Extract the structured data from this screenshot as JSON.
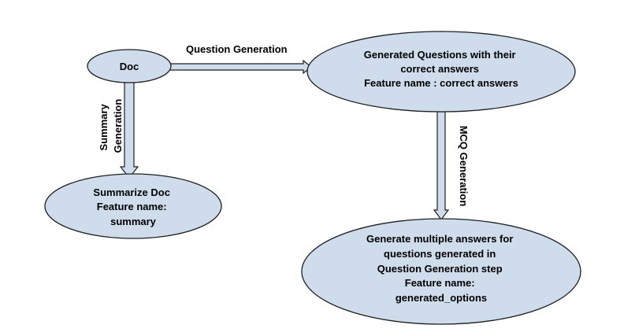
{
  "colors": {
    "node_fill": "#cfdcec",
    "node_stroke": "#1f1f1f",
    "arrow_fill": "#cfdcec",
    "arrow_stroke": "#1f1f1f"
  },
  "nodes": {
    "doc": {
      "lines": [
        "Doc"
      ]
    },
    "generated_questions": {
      "lines": [
        "Generated Questions with their",
        "correct answers",
        "Feature name : correct answers"
      ]
    },
    "summarize_doc": {
      "lines": [
        "Summarize Doc",
        "Feature name:",
        "summary"
      ]
    },
    "generate_options": {
      "lines": [
        "Generate multiple answers for",
        "questions generated in",
        "Question Generation step",
        "Feature name:",
        "generated_options"
      ]
    }
  },
  "edges": {
    "question_generation": {
      "lines": [
        "Question Generation"
      ]
    },
    "summary_generation": {
      "lines": [
        "Summary",
        "Generation"
      ]
    },
    "mcq_generation": {
      "lines": [
        "MCQ Generation"
      ]
    }
  }
}
